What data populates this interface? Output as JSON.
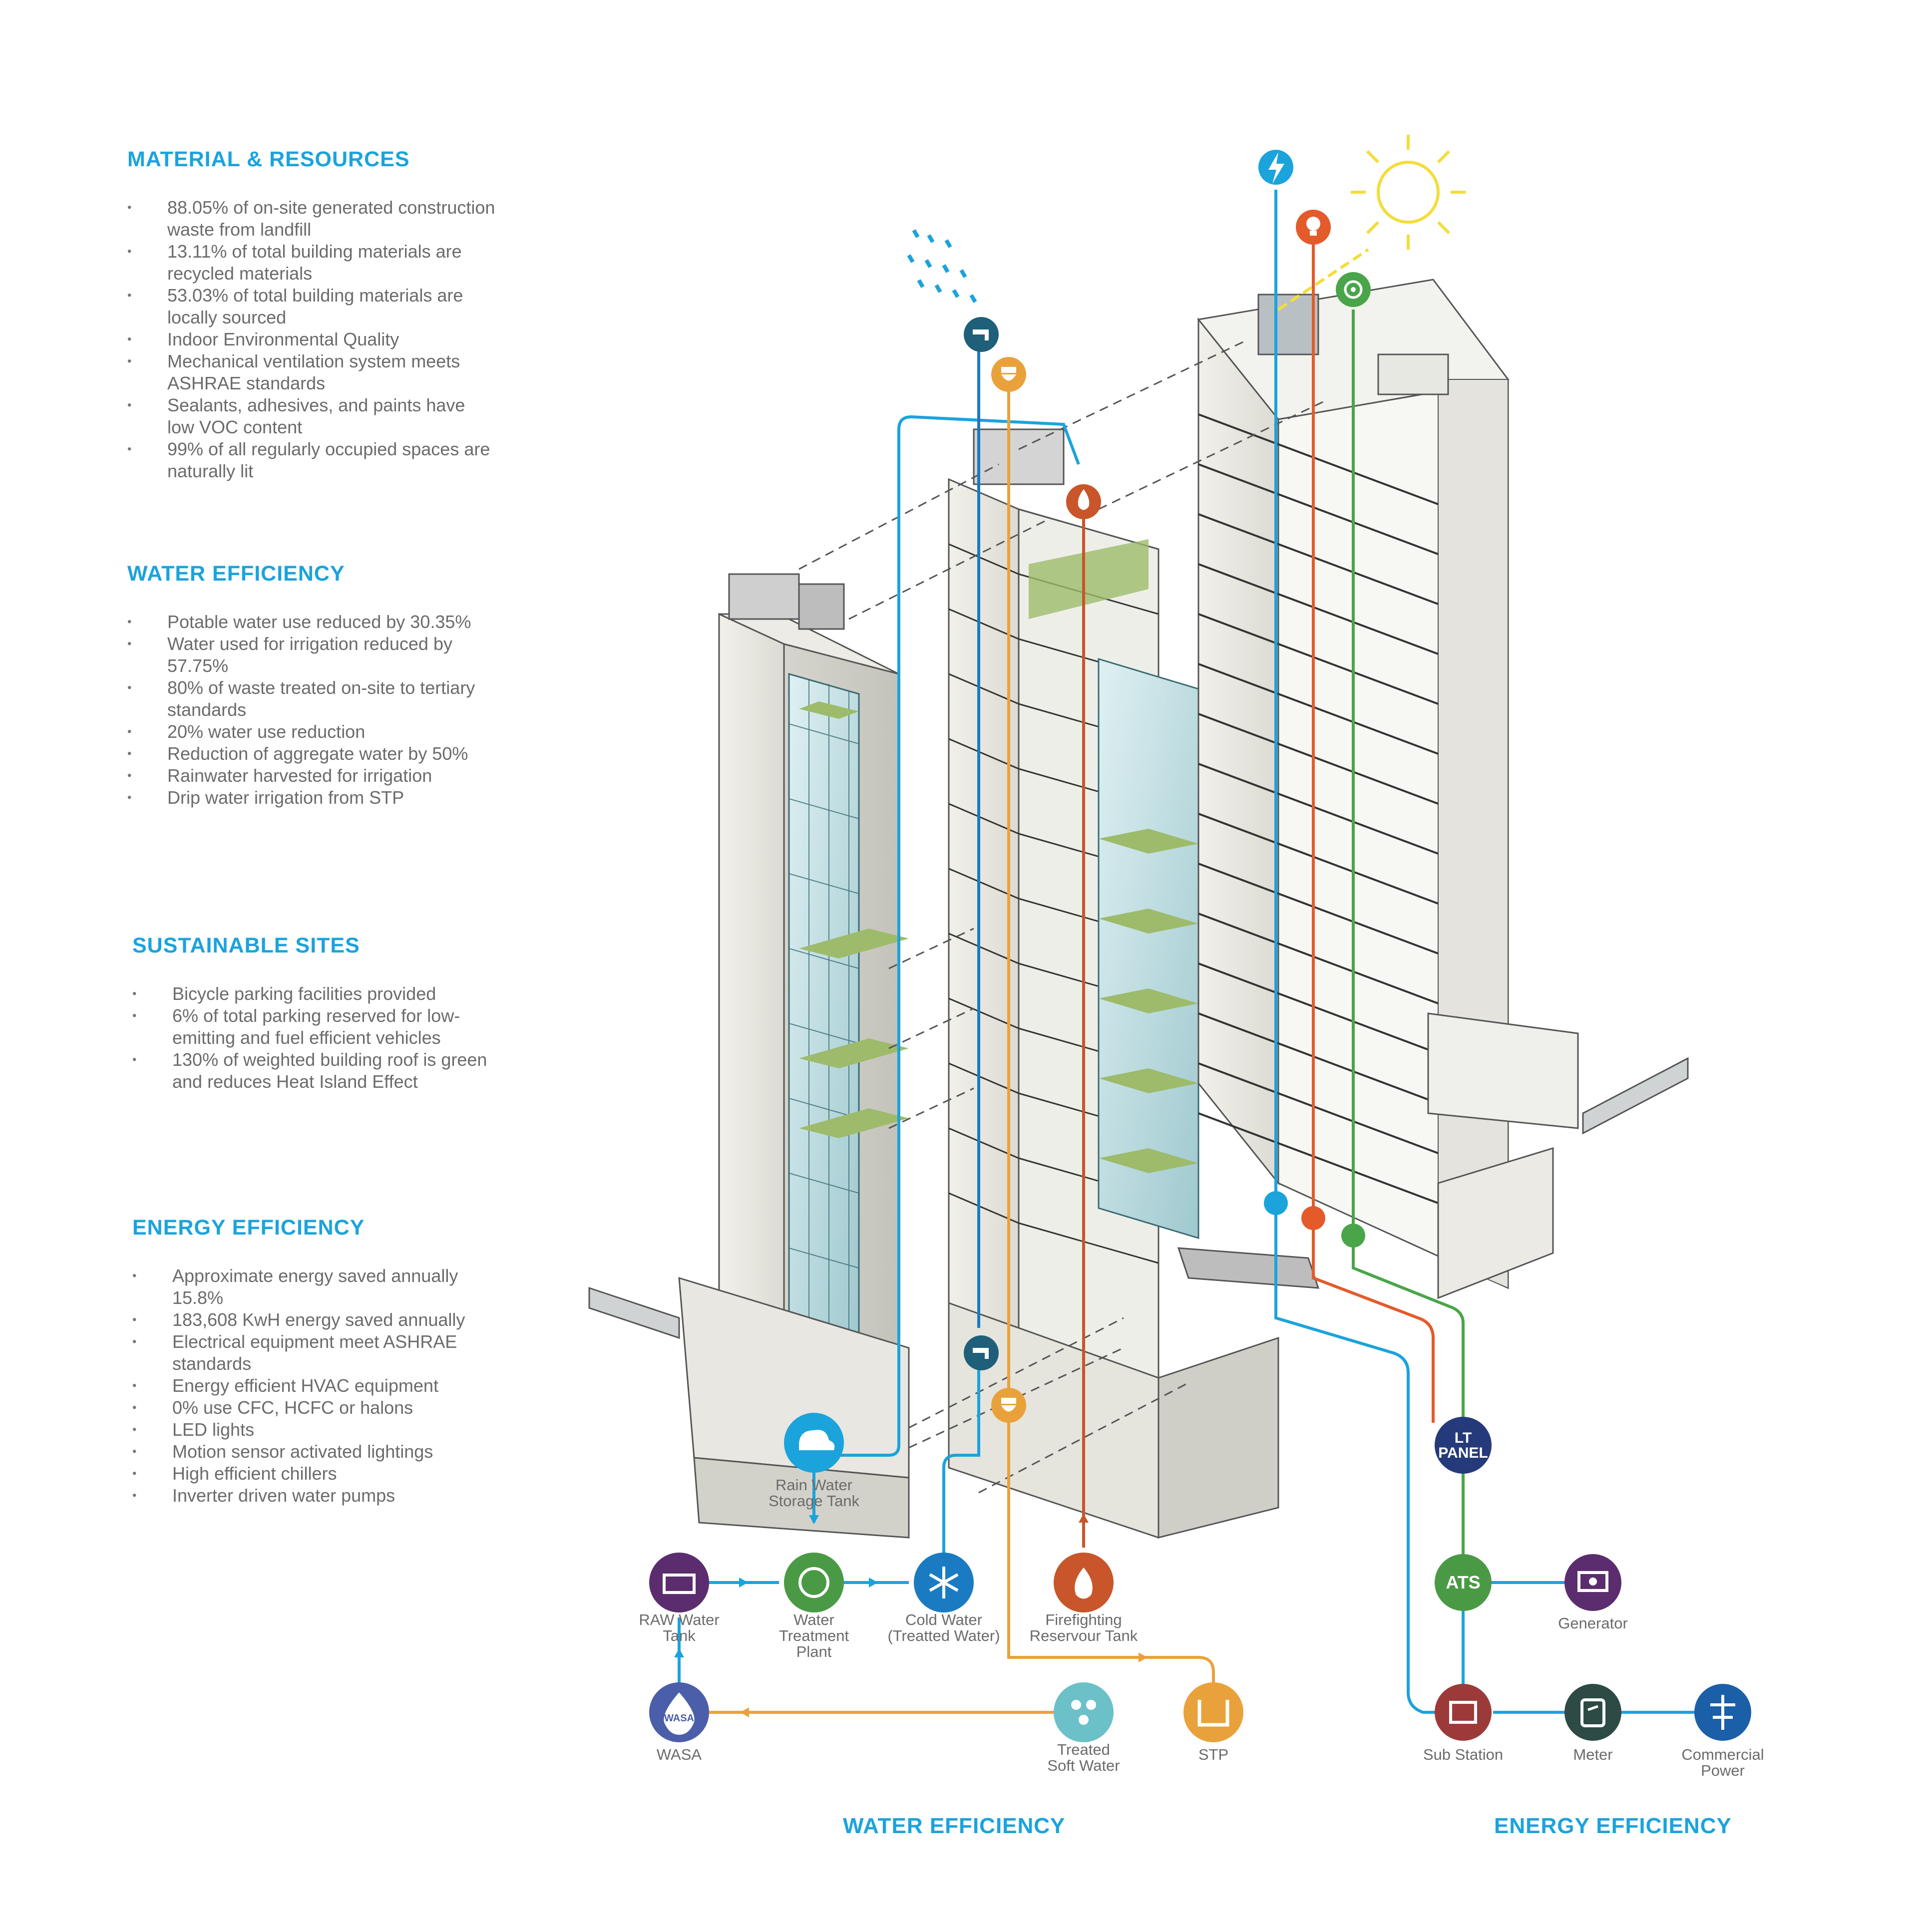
{
  "sections": [
    {
      "id": "material",
      "title": "MATERIAL & RESOURCES",
      "items": [
        "88.05% of on-site generated construction waste from landfill",
        "13.11% of total building materials are recycled materials",
        "53.03% of total building materials are locally sourced",
        "Indoor Environmental Quality",
        "Mechanical ventilation system meets ASHRAE standards",
        "Sealants, adhesives, and paints have low VOC content",
        "99% of all regularly occupied spaces are naturally lit"
      ]
    },
    {
      "id": "water",
      "title": "WATER EFFICIENCY",
      "items": [
        "Potable water use reduced by 30.35%",
        "Water used for irrigation reduced by 57.75%",
        "80% of waste treated on-site to tertiary standards",
        "20% water use reduction",
        "Reduction of aggregate water by 50%",
        "Rainwater harvested for irrigation",
        "Drip water irrigation from STP"
      ]
    },
    {
      "id": "sites",
      "title": "SUSTAINABLE SITES",
      "items": [
        "Bicycle parking facilities provided",
        "6% of total parking reserved for low-emitting and fuel efficient vehicles",
        "130% of weighted building roof is green and reduces Heat Island Effect"
      ]
    },
    {
      "id": "energy",
      "title": "ENERGY EFFICIENCY",
      "items": [
        "Approximate energy saved annually 15.8%",
        "183,608 KwH energy saved annually",
        "Electrical equipment meet ASHRAE standards",
        "Energy efficient HVAC equipment",
        "0% use CFC, HCFC or halons",
        "LED lights",
        "Motion sensor activated lightings",
        "High efficient chillers",
        "Inverter driven water pumps"
      ]
    }
  ],
  "nodes": {
    "rain_tank": {
      "label": [
        "Rain Water",
        "Storage Tank"
      ],
      "color": "#1ba3dc",
      "icon": "rain-cloud-icon"
    },
    "raw_water": {
      "label": [
        "RAW Water",
        "Tank"
      ],
      "color": "#5b2d6e",
      "icon": "tank-icon"
    },
    "treatment": {
      "label": [
        "Water",
        "Treatment",
        "Plant"
      ],
      "color": "#4a9a45",
      "icon": "recycle-icon"
    },
    "cold_water": {
      "label": [
        "Cold Water",
        "(Treatted Water)"
      ],
      "color": "#1a7bc2",
      "icon": "snowflake-icon"
    },
    "firefighting": {
      "label": [
        "Firefighting",
        "Reservour Tank"
      ],
      "color": "#c8562a",
      "icon": "fire-tank-icon"
    },
    "wasa": {
      "label": [
        "WASA"
      ],
      "color": "#4b5ea9",
      "icon": "water-drop-icon",
      "text": "WASA"
    },
    "soft_water": {
      "label": [
        "Treated",
        "Soft Water"
      ],
      "color": "#6cc0c8",
      "icon": "droplets-icon"
    },
    "stp": {
      "label": [
        "STP"
      ],
      "color": "#e9a23b",
      "icon": "stp-tank-icon"
    },
    "lt_panel": {
      "label": [],
      "color": "#243a7a",
      "icon": "lt-panel",
      "text_lines": [
        "LT",
        "PANEL"
      ]
    },
    "ats": {
      "label": [],
      "color": "#4a9a45",
      "icon": "ats",
      "text": "ATS"
    },
    "generator": {
      "label": [
        "Generator"
      ],
      "color": "#5b2d6e",
      "icon": "generator-icon"
    },
    "sub_station": {
      "label": [
        "Sub Station"
      ],
      "color": "#9c3a3a",
      "icon": "substation-icon"
    },
    "meter": {
      "label": [
        "Meter"
      ],
      "color": "#2d4a45",
      "icon": "meter-icon"
    },
    "commercial_power": {
      "label": [
        "Commercial",
        "Power"
      ],
      "color": "#1a5fa8",
      "icon": "power-pylon-icon"
    }
  },
  "top_icons": [
    {
      "name": "power-bolt-icon",
      "color": "#1ba3dc"
    },
    {
      "name": "light-bulb-icon",
      "color": "#e35b2b"
    },
    {
      "name": "solar-target-icon",
      "color": "#4aa54a"
    },
    {
      "name": "sun-icon",
      "color": "#f3dd3a"
    },
    {
      "name": "tap-icon",
      "color": "#1f5f7a"
    },
    {
      "name": "toilet-icon",
      "color": "#e9a23b"
    },
    {
      "name": "fire-icon",
      "color": "#c8562a"
    }
  ],
  "colors": {
    "water_line": "#1ba3dc",
    "stp_line": "#e9a23b",
    "fire_line": "#c8562a",
    "solar_line": "#4aa54a",
    "accent": "#1ba3dc"
  },
  "bottom_titles": {
    "water": "WATER EFFICIENCY",
    "energy": "ENERGY EFFICIENCY"
  }
}
